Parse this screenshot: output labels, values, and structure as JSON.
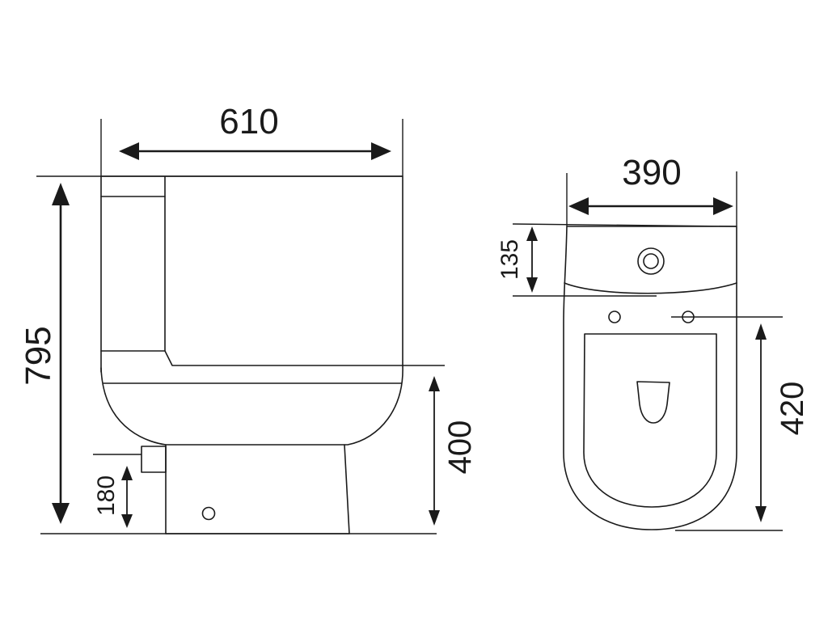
{
  "diagram": {
    "colors": {
      "line": "#1a1a1a",
      "background": "#ffffff"
    },
    "side_view": {
      "dimensions": {
        "width": "610",
        "height": "795",
        "bowl_height": "400",
        "outlet_height": "180"
      }
    },
    "top_view": {
      "dimensions": {
        "width": "390",
        "tank_depth": "135",
        "bowl_length": "420"
      }
    }
  }
}
